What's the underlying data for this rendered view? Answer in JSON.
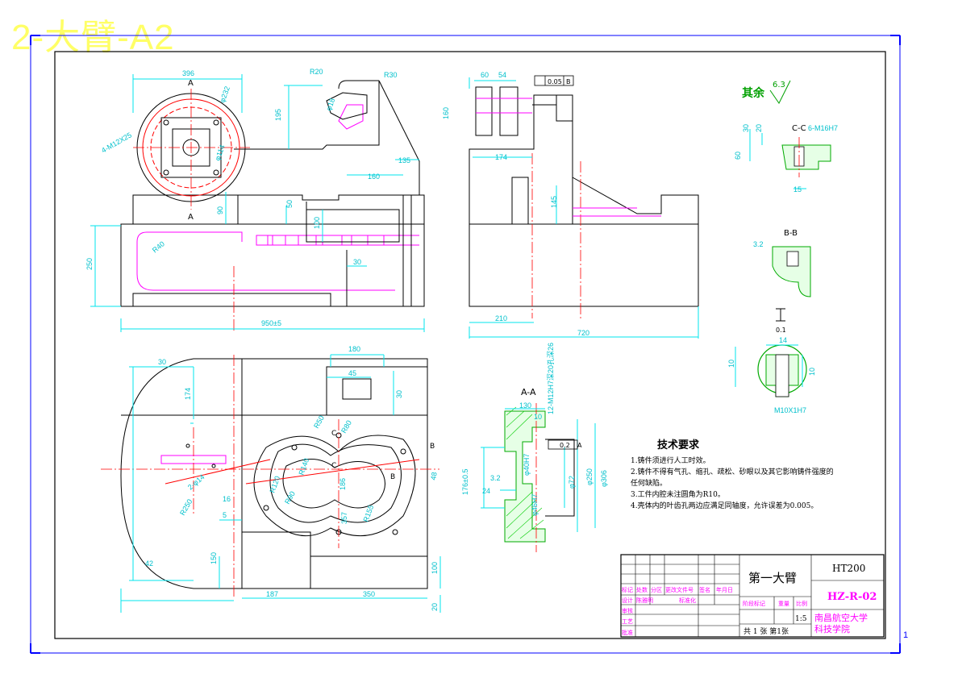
{
  "sheet_title": "2-大臂-A2",
  "page_number": "1",
  "dims": {
    "d396": "396",
    "d195": "195",
    "dR20": "R20",
    "dR30": "R30",
    "dphi232": "φ232",
    "dM12": "4-M12X25",
    "dphi114": "φ114",
    "dphi18": "φ18",
    "d160": "160",
    "d135": "135",
    "d90": "90",
    "d50": "50",
    "d100": "100",
    "d250": "250",
    "d30": "30",
    "dR40": "R40",
    "d950": "950±5",
    "dA": "A",
    "d60": "60",
    "d54": "54",
    "d005": "0.05",
    "dB": "B",
    "d160b": "160",
    "d174": "174",
    "d145": "145",
    "d210": "210",
    "d720": "720",
    "d180": "180",
    "d45": "45",
    "d30b": "30",
    "d174b": "174",
    "d30c": "30",
    "dR250": "R250",
    "d2phi14": "2-φ14",
    "d16": "16",
    "d5": "5",
    "dR50": "R50",
    "dR80": "R80",
    "dR140": "R140",
    "dR120": "R120",
    "dR90": "R90",
    "d186": "186",
    "d357": "357",
    "dR155": "R155",
    "d150": "150",
    "d187": "187",
    "d350": "350",
    "d100b": "100",
    "d20": "20",
    "d42": "42",
    "d48": "48",
    "dC": "C",
    "AA": "A-A",
    "d130": "130",
    "d10": "10",
    "dM12H7": "12-M12H7深20孔深26",
    "d176": "176±0.5",
    "d24": "24",
    "d32": "3.2",
    "dphi46": "φ46H7",
    "dphi72": "φ72",
    "dphi250": "φ250",
    "dphi306": "φ306",
    "d02": "0.2",
    "dphi40": "φ40H7",
    "CC": "C-C",
    "d6M16": "6-M16H7",
    "d30d": "30",
    "d20b": "20",
    "d60b": "60",
    "d15": "15",
    "BB": "B-B",
    "d01": "0.1",
    "d14": "14",
    "d10b": "10",
    "d10c": "10",
    "dM10": "M10X1H7",
    "d63": "6.3",
    "d32b": "3.2"
  },
  "surface_rest": {
    "label": "其余",
    "value": "6.3"
  },
  "requirements": {
    "title": "技术要求",
    "items": [
      "1.铸件须进行人工时效。",
      "2.铸件不得有气孔、缩孔、疏松、砂眼以及其它影响铸件强度的",
      "   任何缺陷。",
      "3.工件内腔未注圆角为R10。",
      "4.壳体内的叶齿孔两边应满足同轴度，允许误差为0.005。"
    ]
  },
  "title_block": {
    "part_name": "第一大臂",
    "material": "HT200",
    "drawing_no": "HZ-R-02",
    "school_line1": "南昌航空大学",
    "school_line2": "科技学院",
    "scale": "1:5",
    "sheets": "共 1 张  第1张",
    "h_mark": "标记",
    "h_count": "处数",
    "h_zone": "分区",
    "h_doc": "更改文件号",
    "h_sign": "签名",
    "h_date": "年月日",
    "h_design": "设计",
    "h_std": "标准化",
    "h_stage": "阶段标记",
    "h_weight": "重量",
    "h_ratio": "比例",
    "h_check": "审核",
    "h_process": "工艺",
    "h_approve": "批准",
    "designer": "陈雅明"
  }
}
